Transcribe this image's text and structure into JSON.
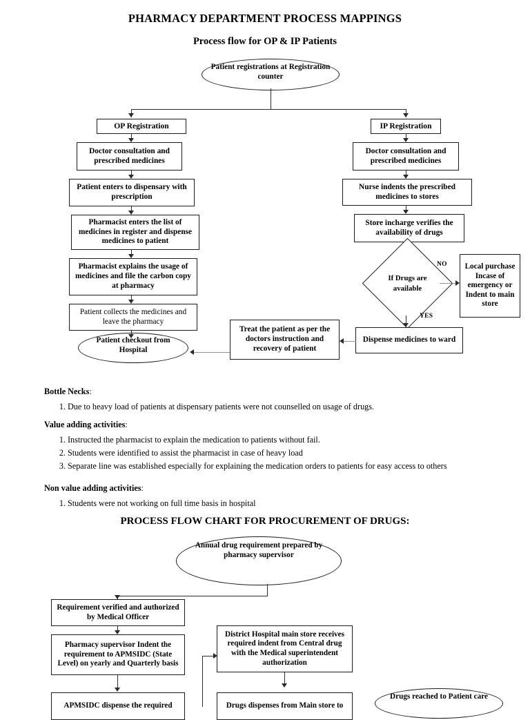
{
  "document": {
    "title": "PHARMACY DEPARTMENT PROCESS MAPPINGS",
    "subtitle": "Process flow for OP & IP Patients",
    "section2_title": "PROCESS FLOW CHART FOR PROCUREMENT OF DRUGS:"
  },
  "flow1": {
    "start": "Patient registrations at Registration counter",
    "op_branch": {
      "registration": "OP Registration",
      "consultation": "Doctor consultation and prescribed medicines",
      "dispensary": "Patient enters to dispensary with prescription",
      "pharmacist_register": "Pharmacist enters the list of medicines in register and dispense medicines to patient",
      "pharmacist_explains": "Pharmacist explains the usage of medicines and file the carbon copy at pharmacy",
      "collects": "Patient collects the medicines and leave the pharmacy",
      "checkout": "Patient checkout from Hospital"
    },
    "ip_branch": {
      "registration": "IP Registration",
      "consultation": "Doctor consultation and prescribed medicines",
      "nurse_indents": "Nurse indents the prescribed medicines to stores",
      "store_verifies": "Store incharge verifies the availability of drugs",
      "decision": "If Drugs are available",
      "decision_no_label": "NO",
      "decision_yes_label": "YES",
      "local_purchase": "Local purchase Incase of emergency or Indent to main store",
      "dispense_ward": "Dispense medicines to ward",
      "treat": "Treat the patient as per the doctors instruction and recovery of patient"
    }
  },
  "notes": {
    "bottlenecks": {
      "heading": "Bottle Necks",
      "items": [
        "Due to heavy load of patients at dispensary patients were not counselled on usage of drugs."
      ]
    },
    "value_adding": {
      "heading": "Value adding activities",
      "items": [
        "Instructed the pharmacist to explain the medication to patients without fail.",
        "Students were identified to assist the pharmacist in case of heavy load",
        "Separate line was established especially for explaining the medication orders to patients for easy access to others"
      ]
    },
    "non_value_adding": {
      "heading": "Non value adding activities",
      "items": [
        "Students were not working on full time basis in hospital"
      ]
    }
  },
  "flow2": {
    "start": "Annual drug requirement prepared by pharmacy supervisor",
    "requirement_verified": "Requirement verified and authorized by Medical Officer",
    "supervisor_indent": "Pharmacy supervisor Indent the requirement to APMSIDC (State Level) on yearly and Quarterly basis",
    "apmsidc_dispense": "APMSIDC dispense the required",
    "district_store": "District Hospital main store receives required indent from Central drug with the Medical superintendent authorization",
    "drugs_dispenses": "Drugs dispenses from Main store to",
    "patient_care": "Drugs reached to Patient care"
  }
}
